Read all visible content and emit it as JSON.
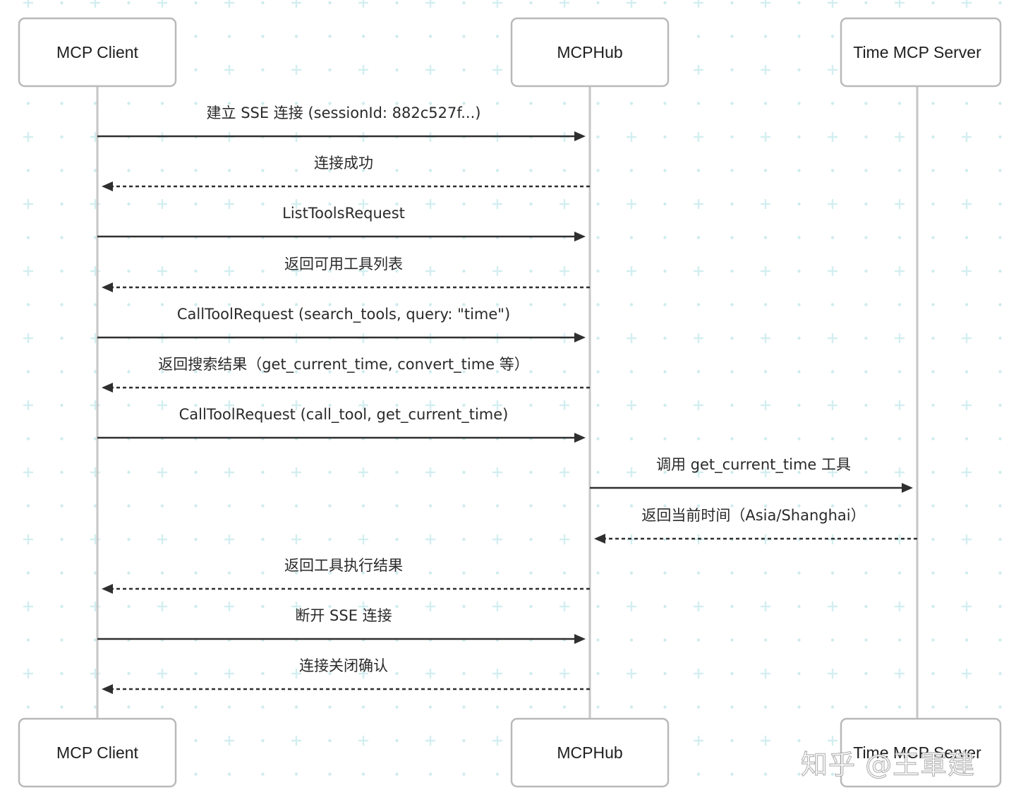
{
  "participants": [
    {
      "id": "client",
      "label": "MCP Client"
    },
    {
      "id": "hub",
      "label": "MCPHub"
    },
    {
      "id": "server",
      "label": "Time MCP Server"
    }
  ],
  "messages": [
    {
      "from": "client",
      "to": "hub",
      "label": "建立 SSE 连接 (sessionId: 882c527f...)",
      "style": "solid"
    },
    {
      "from": "hub",
      "to": "client",
      "label": "连接成功",
      "style": "dashed"
    },
    {
      "from": "client",
      "to": "hub",
      "label": "ListToolsRequest",
      "style": "solid"
    },
    {
      "from": "hub",
      "to": "client",
      "label": "返回可用工具列表",
      "style": "dashed"
    },
    {
      "from": "client",
      "to": "hub",
      "label": "CallToolRequest (search_tools, query: \"time\")",
      "style": "solid"
    },
    {
      "from": "hub",
      "to": "client",
      "label": "返回搜索结果（get_current_time, convert_time 等）",
      "style": "dashed"
    },
    {
      "from": "client",
      "to": "hub",
      "label": "CallToolRequest (call_tool, get_current_time)",
      "style": "solid"
    },
    {
      "from": "hub",
      "to": "server",
      "label": "调用 get_current_time 工具",
      "style": "solid"
    },
    {
      "from": "server",
      "to": "hub",
      "label": "返回当前时间（Asia/Shanghai）",
      "style": "dashed"
    },
    {
      "from": "hub",
      "to": "client",
      "label": "返回工具执行结果",
      "style": "dashed"
    },
    {
      "from": "client",
      "to": "hub",
      "label": "断开 SSE 连接",
      "style": "solid"
    },
    {
      "from": "hub",
      "to": "client",
      "label": "连接关闭确认",
      "style": "dashed"
    }
  ],
  "watermark": "知乎 @王軍建",
  "colors": {
    "box_border": "#b9b9b9",
    "lifeline": "#c6c6c6",
    "arrow": "#2f2f2f",
    "background_pattern": "#d3eef0"
  }
}
